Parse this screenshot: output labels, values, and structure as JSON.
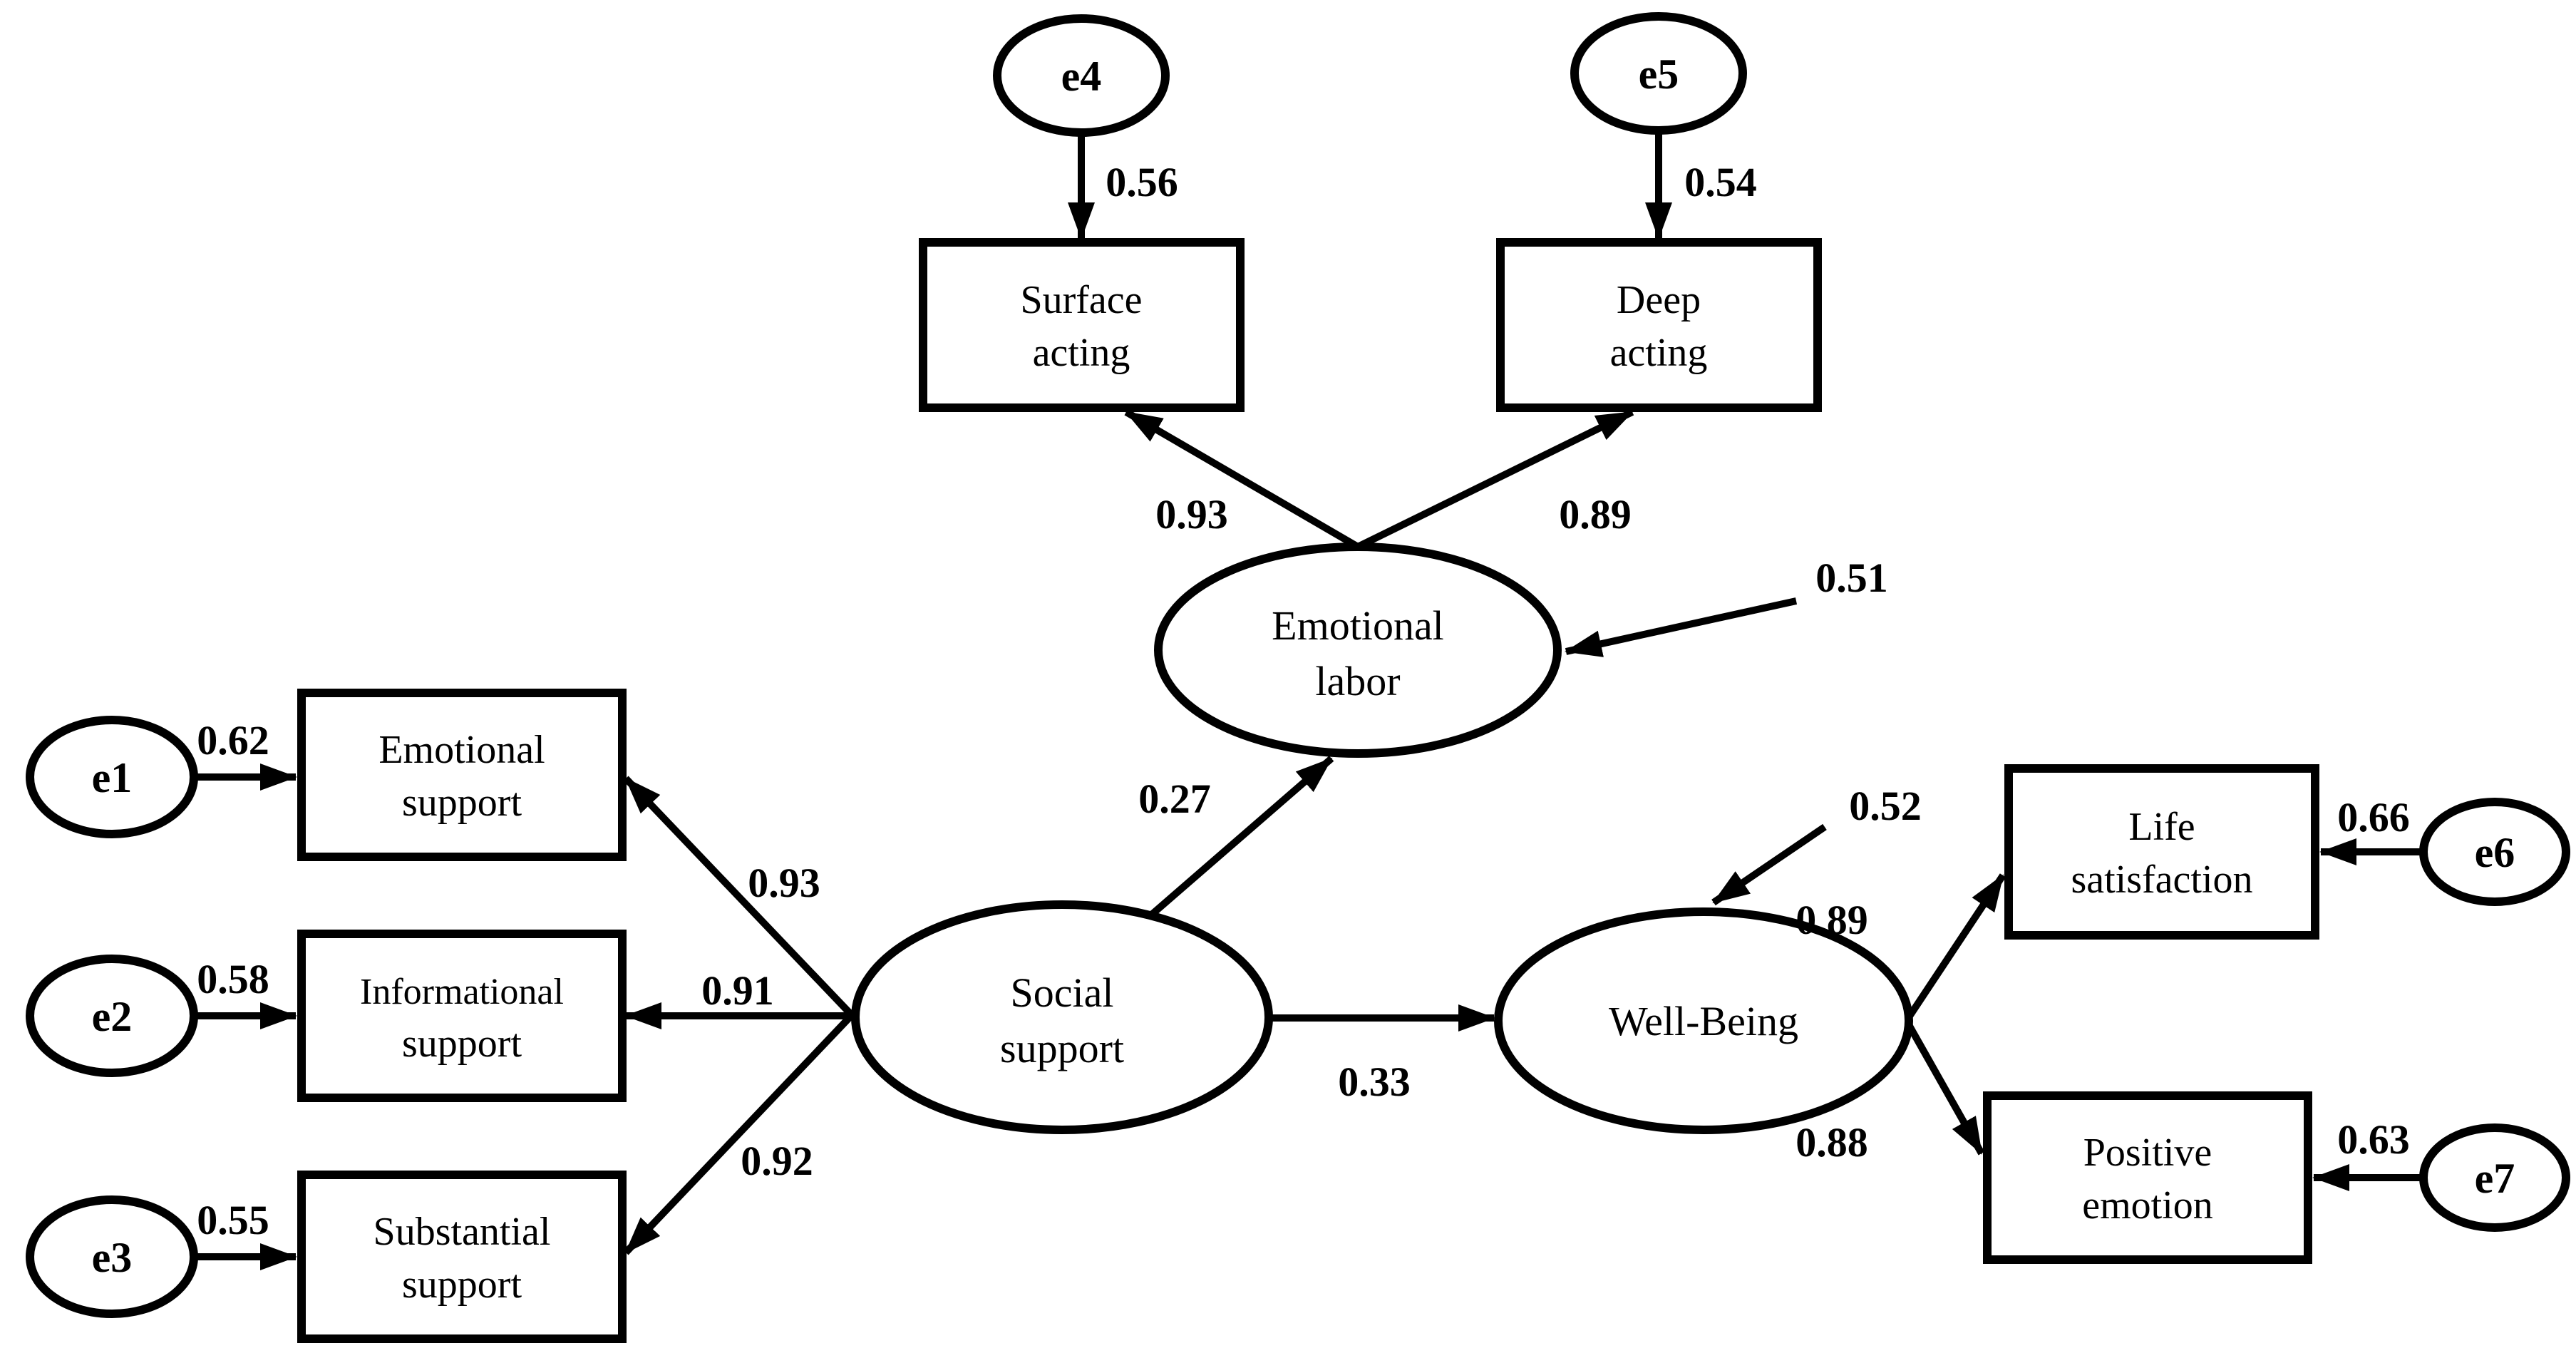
{
  "model": {
    "type": "structural-equation-path-diagram",
    "colors": {
      "line": "#000000",
      "background": "#ffffff"
    },
    "nodes": {
      "social_support": [
        "Social",
        "support"
      ],
      "emotional_labor": [
        "Emotional",
        "labor"
      ],
      "well_being": [
        "Well-Being"
      ],
      "surface_acting": [
        "Surface",
        "acting"
      ],
      "deep_acting": [
        "Deep",
        "acting"
      ],
      "emotional_support": [
        "Emotional",
        "support"
      ],
      "informational_support": [
        "Informational",
        "support"
      ],
      "substantial_support": [
        "Substantial",
        "support"
      ],
      "life_satisfaction": [
        "Life",
        "satisfaction"
      ],
      "positive_emotion": [
        "Positive",
        "emotion"
      ]
    },
    "errors": {
      "e1": "e1",
      "e2": "e2",
      "e3": "e3",
      "e4": "e4",
      "e5": "e5",
      "e6": "e6",
      "e7": "e7"
    },
    "coefficients": {
      "e1_emotional_support": "0.62",
      "e2_informational_support": "0.58",
      "e3_substantial_support": "0.55",
      "e4_surface_acting": "0.56",
      "e5_deep_acting": "0.54",
      "e6_life_satisfaction": "0.66",
      "e7_positive_emotion": "0.63",
      "emotional_labor_surface_acting": "0.93",
      "emotional_labor_deep_acting": "0.89",
      "residual_emotional_labor": "0.51",
      "residual_well_being": "0.52",
      "social_support_emotional_labor": "0.27",
      "social_support_emotional_support": "0.93",
      "social_support_informational_support": "0.91",
      "social_support_substantial_support": "0.92",
      "social_support_well_being": "0.33",
      "well_being_life_satisfaction": "0.89",
      "well_being_positive_emotion": "0.88"
    }
  }
}
